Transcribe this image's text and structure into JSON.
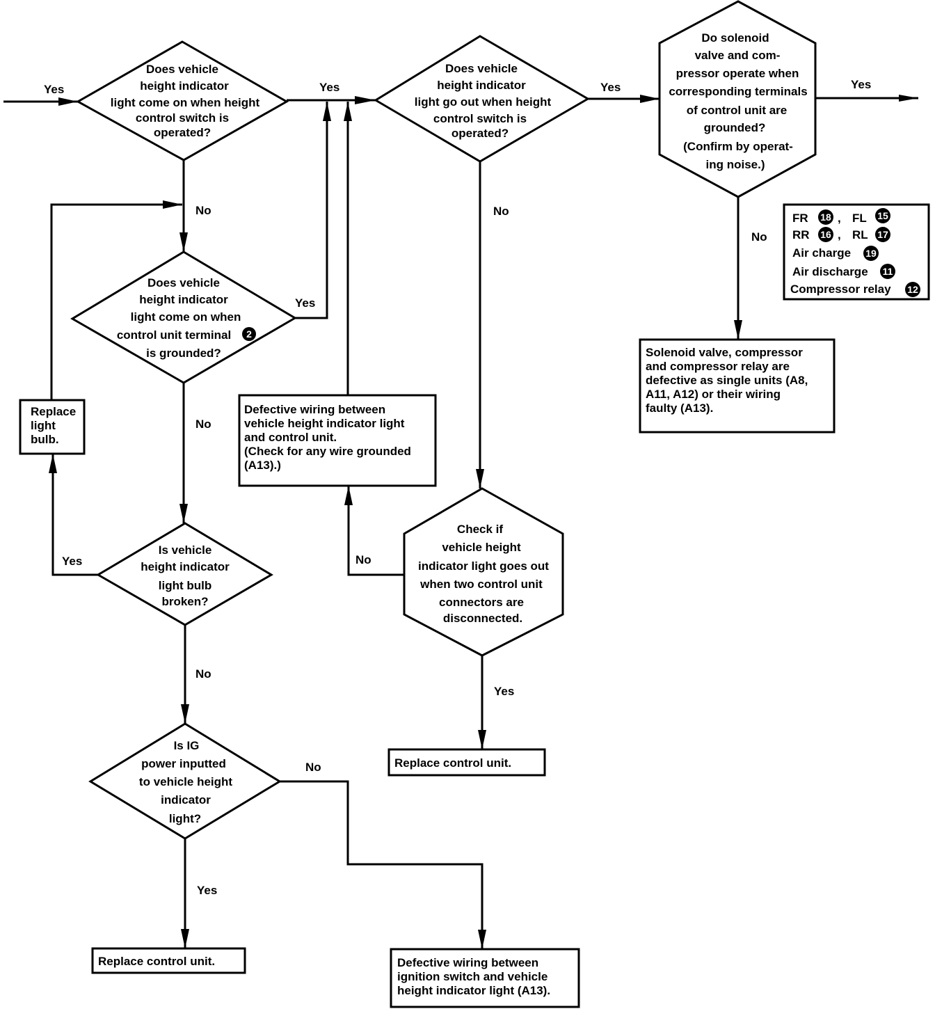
{
  "nodes": {
    "q1": [
      "Does vehicle",
      "height indicator",
      "light come on when height",
      "control switch is",
      "operated?"
    ],
    "q2_prefix": [
      "Does vehicle",
      "height indicator",
      "light come on when"
    ],
    "q2_terminal": "control unit terminal",
    "q2_terminal_num": "2",
    "q2_last": "is grounded?",
    "q3": [
      "Is vehicle",
      "height indicator",
      "light bulb",
      "broken?"
    ],
    "q4": [
      "Is IG",
      "power inputted",
      "to vehicle height",
      "indicator",
      "light?"
    ],
    "q5": [
      "Does vehicle",
      "height indicator",
      "light go out when height",
      "control switch is",
      "operated?"
    ],
    "q6": [
      "Check if",
      "vehicle height",
      "indicator light goes out",
      "when two control unit",
      "connectors are",
      "disconnected."
    ],
    "q7": [
      "Do solenoid",
      "valve and com-",
      "pressor operate when",
      "corresponding terminals",
      "of control unit are",
      "grounded?",
      "(Confirm by operat-",
      "ing noise.)"
    ],
    "box_replace_bulb": [
      "Replace",
      "light",
      "bulb."
    ],
    "box_defective_wiring_1": [
      "Defective wiring between",
      "vehicle height indicator light",
      "and control unit.",
      "(Check for any wire grounded",
      "(A13).)"
    ],
    "box_replace_unit_1": "Replace control unit.",
    "box_replace_unit_2": "Replace control unit.",
    "box_defective_wiring_2": [
      "Defective wiring between",
      "ignition switch and vehicle",
      "height indicator light (A13)."
    ],
    "box_solenoid": [
      "Solenoid valve, compressor",
      "and compressor relay are",
      "defective as single units (A8,",
      "A11, A12) or their wiring",
      "faulty (A13)."
    ]
  },
  "terminal_legend": {
    "fr": "FR",
    "fr_num": "18",
    "fl": "FL",
    "fl_num": "15",
    "rr": "RR",
    "rr_num": "16",
    "rl": "RL",
    "rl_num": "17",
    "comma": ",",
    "air_charge": "Air charge",
    "air_charge_num": "19",
    "air_discharge": "Air discharge",
    "air_discharge_num": "11",
    "compressor_relay": "Compressor relay",
    "compressor_relay_num": "12"
  },
  "edge_labels": {
    "entry_yes": "Yes",
    "q1_yes": "Yes",
    "q1_no": "No",
    "q2_yes": "Yes",
    "q2_no": "No",
    "q3_yes": "Yes",
    "q3_no": "No",
    "q4_yes": "Yes",
    "q4_no": "No",
    "q5_yes": "Yes",
    "q5_no": "No",
    "q6_yes": "Yes",
    "q6_no": "No",
    "q7_yes": "Yes",
    "q7_no": "No"
  }
}
